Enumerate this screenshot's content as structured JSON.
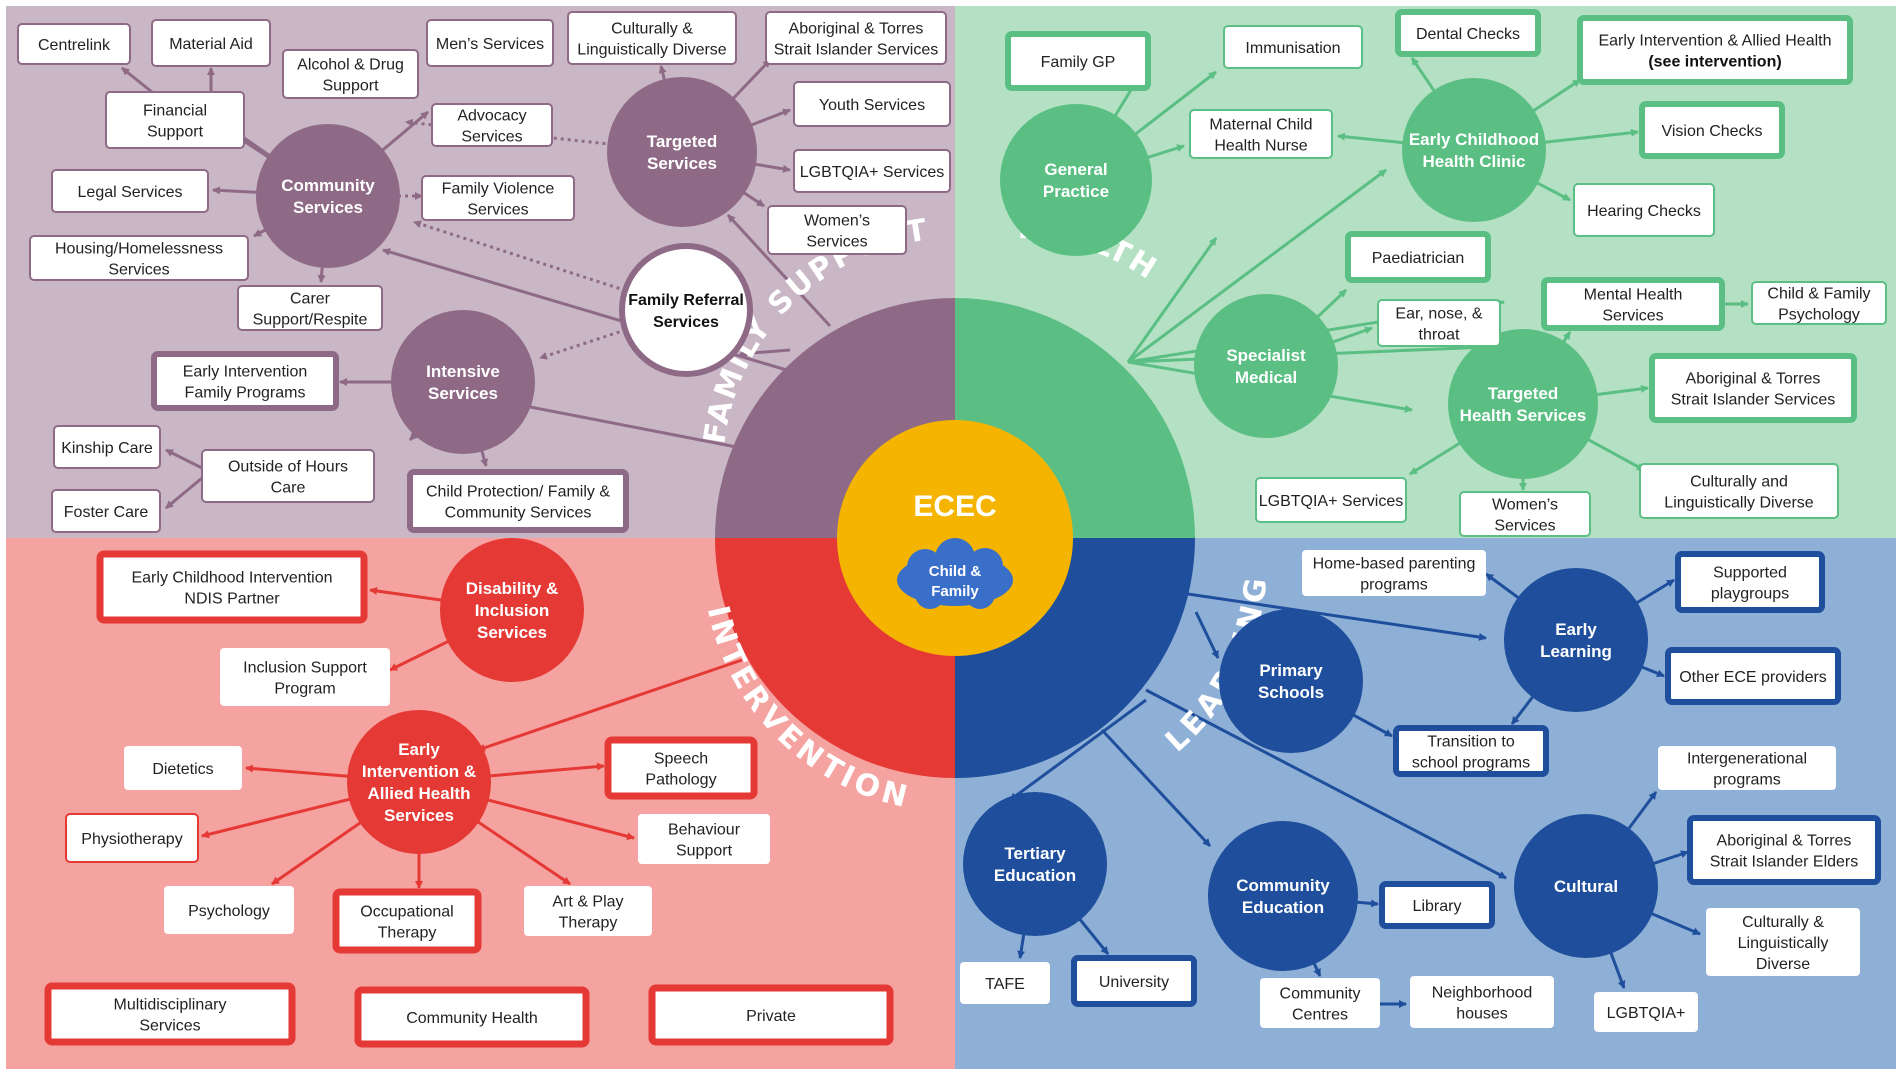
{
  "colors": {
    "fs_bg": "#c9b7c6",
    "fs_dark": "#8e6a86",
    "fs_box": "#8e6a86",
    "health_bg": "#b4e0c4",
    "health_dark": "#5bbf84",
    "int_bg": "#f5a3a0",
    "int_dark": "#e53935",
    "learn_bg": "#8fb0d6",
    "learn_dark": "#1f4f9c",
    "center": "#f4b400"
  },
  "center": {
    "title": "ECEC",
    "cloud_line1": "Child &",
    "cloud_line2": "Family"
  },
  "ring": {
    "family_support": "FAMILY SUPPORT",
    "health": "HEALTH",
    "intervention": "INTERVENTION",
    "learning": "LEARNING"
  },
  "hubs": [
    {
      "id": "community-services",
      "lines": [
        "Community",
        "Services"
      ],
      "q": "fs"
    },
    {
      "id": "targeted-services",
      "lines": [
        "Targeted",
        "Services"
      ],
      "q": "fs"
    },
    {
      "id": "intensive-services",
      "lines": [
        "Intensive",
        "Services"
      ],
      "q": "fs"
    },
    {
      "id": "family-referral-services",
      "lines": [
        "Family Referral",
        "Services"
      ],
      "q": "fs-white"
    },
    {
      "id": "general-practice",
      "lines": [
        "General",
        "Practice"
      ],
      "q": "health"
    },
    {
      "id": "early-childhood-health-clinic",
      "lines": [
        "Early Childhood",
        "Health Clinic"
      ],
      "q": "health"
    },
    {
      "id": "specialist-medical",
      "lines": [
        "Specialist",
        "Medical"
      ],
      "q": "health"
    },
    {
      "id": "targeted-health-services",
      "lines": [
        "Targeted",
        "Health Services"
      ],
      "q": "health"
    },
    {
      "id": "disability-inclusion-services",
      "lines": [
        "Disability &",
        "Inclusion",
        "Services"
      ],
      "q": "int"
    },
    {
      "id": "early-intervention-allied-health-services",
      "lines": [
        "Early",
        "Intervention &",
        "Allied Health",
        "Services"
      ],
      "q": "int"
    },
    {
      "id": "early-learning",
      "lines": [
        "Early",
        "Learning"
      ],
      "q": "learn"
    },
    {
      "id": "primary-schools",
      "lines": [
        "Primary",
        "Schools"
      ],
      "q": "learn"
    },
    {
      "id": "tertiary-education",
      "lines": [
        "Tertiary",
        "Education"
      ],
      "q": "learn"
    },
    {
      "id": "community-education",
      "lines": [
        "Community",
        "Education"
      ],
      "q": "learn"
    },
    {
      "id": "cultural",
      "lines": [
        "Cultural"
      ],
      "q": "learn"
    }
  ],
  "boxes": [
    {
      "id": "centrelink",
      "lines": [
        "Centrelink"
      ],
      "q": "fs"
    },
    {
      "id": "material-aid",
      "lines": [
        "Material Aid"
      ],
      "q": "fs"
    },
    {
      "id": "alcohol-drug-support",
      "lines": [
        "Alcohol & Drug",
        "Support"
      ],
      "q": "fs"
    },
    {
      "id": "mens-services",
      "lines": [
        "Men’s Services"
      ],
      "q": "fs"
    },
    {
      "id": "fs-culturally-diverse",
      "lines": [
        "Culturally &",
        "Linguistically Diverse"
      ],
      "q": "fs"
    },
    {
      "id": "fs-aboriginal-torres",
      "lines": [
        "Aboriginal & Torres",
        "Strait Islander Services"
      ],
      "q": "fs"
    },
    {
      "id": "financial-support",
      "lines": [
        "Financial",
        "Support"
      ],
      "q": "fs"
    },
    {
      "id": "advocacy-services",
      "lines": [
        "Advocacy",
        "Services"
      ],
      "q": "fs"
    },
    {
      "id": "youth-services",
      "lines": [
        "Youth Services"
      ],
      "q": "fs"
    },
    {
      "id": "legal-services",
      "lines": [
        "Legal Services"
      ],
      "q": "fs"
    },
    {
      "id": "family-violence-services",
      "lines": [
        "Family Violence",
        "Services"
      ],
      "q": "fs"
    },
    {
      "id": "fs-lgbtqia",
      "lines": [
        "LGBTQIA+ Services"
      ],
      "q": "fs"
    },
    {
      "id": "housing-homelessness",
      "lines": [
        "Housing/Homelessness",
        "Services"
      ],
      "q": "fs"
    },
    {
      "id": "fs-womens-services",
      "lines": [
        "Women’s",
        "Services"
      ],
      "q": "fs"
    },
    {
      "id": "carer-support",
      "lines": [
        "Carer",
        "Support/Respite"
      ],
      "q": "fs"
    },
    {
      "id": "early-intervention-family-programs",
      "lines": [
        "Early Intervention",
        "Family Programs"
      ],
      "q": "fs-thick"
    },
    {
      "id": "kinship-care",
      "lines": [
        "Kinship Care"
      ],
      "q": "fs"
    },
    {
      "id": "outside-of-hours-care",
      "lines": [
        "Outside of Hours",
        "Care"
      ],
      "q": "fs"
    },
    {
      "id": "foster-care",
      "lines": [
        "Foster Care"
      ],
      "q": "fs"
    },
    {
      "id": "child-protection",
      "lines": [
        "Child Protection/ Family &",
        "Community Services"
      ],
      "q": "fs-thick"
    },
    {
      "id": "family-gp",
      "lines": [
        "Family GP"
      ],
      "q": "h-thick"
    },
    {
      "id": "immunisation",
      "lines": [
        "Immunisation"
      ],
      "q": "h"
    },
    {
      "id": "dental-checks",
      "lines": [
        "Dental Checks"
      ],
      "q": "h-thick"
    },
    {
      "id": "early-intervention-allied-health-see",
      "lines": [
        "Early Intervention & Allied Health",
        "(see intervention)"
      ],
      "q": "h-thick"
    },
    {
      "id": "maternal-child-health-nurse",
      "lines": [
        "Maternal Child",
        "Health Nurse"
      ],
      "q": "h"
    },
    {
      "id": "vision-checks",
      "lines": [
        "Vision Checks"
      ],
      "q": "h-thick"
    },
    {
      "id": "hearing-checks",
      "lines": [
        "Hearing Checks"
      ],
      "q": "h"
    },
    {
      "id": "paediatrician",
      "lines": [
        "Paediatrician"
      ],
      "q": "h-thick"
    },
    {
      "id": "ear-nose-throat",
      "lines": [
        "Ear, nose, &",
        "throat"
      ],
      "q": "h"
    },
    {
      "id": "mental-health-services",
      "lines": [
        "Mental Health",
        "Services"
      ],
      "q": "h-thick"
    },
    {
      "id": "child-family-psychology",
      "lines": [
        "Child & Family",
        "Psychology"
      ],
      "q": "h"
    },
    {
      "id": "h-aboriginal-torres",
      "lines": [
        "Aboriginal & Torres",
        "Strait Islander Services"
      ],
      "q": "h-thick"
    },
    {
      "id": "h-lgbtqia",
      "lines": [
        "LGBTQIA+ Services"
      ],
      "q": "h"
    },
    {
      "id": "h-womens-services",
      "lines": [
        "Women’s",
        "Services"
      ],
      "q": "h"
    },
    {
      "id": "h-culturally-diverse",
      "lines": [
        "Culturally and",
        "Linguistically Diverse"
      ],
      "q": "h"
    },
    {
      "id": "early-childhood-intervention-ndis",
      "lines": [
        "Early Childhood Intervention",
        "NDIS Partner"
      ],
      "q": "i-thick"
    },
    {
      "id": "inclusion-support-program",
      "lines": [
        "Inclusion Support",
        "Program"
      ],
      "q": "i"
    },
    {
      "id": "dietetics",
      "lines": [
        "Dietetics"
      ],
      "q": "i"
    },
    {
      "id": "speech-pathology",
      "lines": [
        "Speech",
        "Pathology"
      ],
      "q": "i-thick"
    },
    {
      "id": "physiotherapy",
      "lines": [
        "Physiotherapy"
      ],
      "q": "i-thin"
    },
    {
      "id": "behaviour-support",
      "lines": [
        "Behaviour",
        "Support"
      ],
      "q": "i"
    },
    {
      "id": "psychology",
      "lines": [
        "Psychology"
      ],
      "q": "i"
    },
    {
      "id": "occupational-therapy",
      "lines": [
        "Occupational",
        "Therapy"
      ],
      "q": "i-thick"
    },
    {
      "id": "art-play-therapy",
      "lines": [
        "Art & Play",
        "Therapy"
      ],
      "q": "i"
    },
    {
      "id": "multidisciplinary-services",
      "lines": [
        "Multidisciplinary",
        "Services"
      ],
      "q": "i-thick"
    },
    {
      "id": "community-health",
      "lines": [
        "Community Health"
      ],
      "q": "i-thick"
    },
    {
      "id": "private",
      "lines": [
        "Private"
      ],
      "q": "i-thick"
    },
    {
      "id": "home-based-parenting",
      "lines": [
        "Home-based parenting",
        "programs"
      ],
      "q": "l"
    },
    {
      "id": "supported-playgroups",
      "lines": [
        "Supported",
        "playgroups"
      ],
      "q": "l-thick"
    },
    {
      "id": "other-ece-providers",
      "lines": [
        "Other ECE providers"
      ],
      "q": "l-thick"
    },
    {
      "id": "transition-to-school",
      "lines": [
        "Transition to",
        "school programs"
      ],
      "q": "l-thick"
    },
    {
      "id": "intergenerational-programs",
      "lines": [
        "Intergenerational",
        "programs"
      ],
      "q": "l"
    },
    {
      "id": "aboriginal-torres-elders",
      "lines": [
        "Aboriginal & Torres",
        "Strait Islander Elders"
      ],
      "q": "l-thick"
    },
    {
      "id": "library",
      "lines": [
        "Library"
      ],
      "q": "l-thick"
    },
    {
      "id": "l-culturally-diverse",
      "lines": [
        "Culturally &",
        "Linguistically",
        "Diverse"
      ],
      "q": "l"
    },
    {
      "id": "tafe",
      "lines": [
        "TAFE"
      ],
      "q": "l"
    },
    {
      "id": "university",
      "lines": [
        "University"
      ],
      "q": "l-thick"
    },
    {
      "id": "community-centres",
      "lines": [
        "Community",
        "Centres"
      ],
      "q": "l"
    },
    {
      "id": "neighborhood-houses",
      "lines": [
        "Neighborhood",
        "houses"
      ],
      "q": "l"
    },
    {
      "id": "l-lgbtqia",
      "lines": [
        "LGBTQIA+"
      ],
      "q": "l"
    }
  ]
}
